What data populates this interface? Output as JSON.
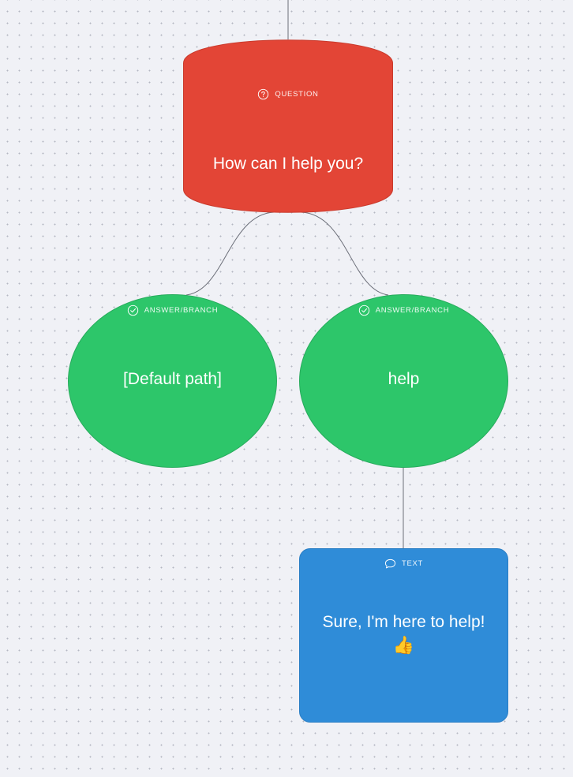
{
  "nodes": {
    "question": {
      "tag": "QUESTION",
      "icon": "question-circle-icon",
      "text": "How can I help you?",
      "color": "#e34536"
    },
    "answer_default": {
      "tag": "ANSWER/BRANCH",
      "icon": "check-circle-icon",
      "text": "[Default path]",
      "color": "#2dc66a"
    },
    "answer_help": {
      "tag": "ANSWER/BRANCH",
      "icon": "check-circle-icon",
      "text": "help",
      "color": "#2dc66a"
    },
    "text_node": {
      "tag": "TEXT",
      "icon": "speech-bubble-icon",
      "text": "Sure, I'm here to help!",
      "emoji": "👍",
      "color": "#2f8cd8"
    }
  },
  "edges": [
    {
      "from": "incoming",
      "to": "question"
    },
    {
      "from": "question",
      "to": "answer_default"
    },
    {
      "from": "question",
      "to": "answer_help"
    },
    {
      "from": "answer_help",
      "to": "text_node"
    }
  ],
  "colors": {
    "canvas_background": "#f0f1f6",
    "grid_dot": "#b4b7c2",
    "connector": "#6b6e78"
  }
}
